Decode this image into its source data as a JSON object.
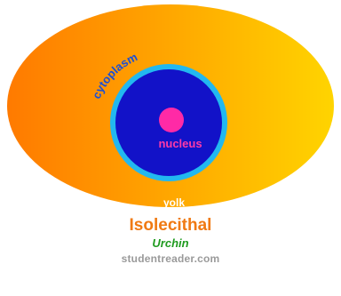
{
  "labels": {
    "cytoplasm": "cytoplasm",
    "nucleus": "nucleus",
    "yolk": "yolk"
  },
  "caption": {
    "title": "Isolecithal",
    "subtitle": "Urchin",
    "credit": "studentreader.com"
  },
  "colors": {
    "yolk_left": "#ff7a00",
    "yolk_right": "#ffd400",
    "cytoplasm_ring": "#22b8f0",
    "nucleus_area": "#1212c8",
    "nucleolus": "#ff2aa6",
    "label_blue": "#1a4fd6",
    "label_pink": "#ff3aa8"
  }
}
